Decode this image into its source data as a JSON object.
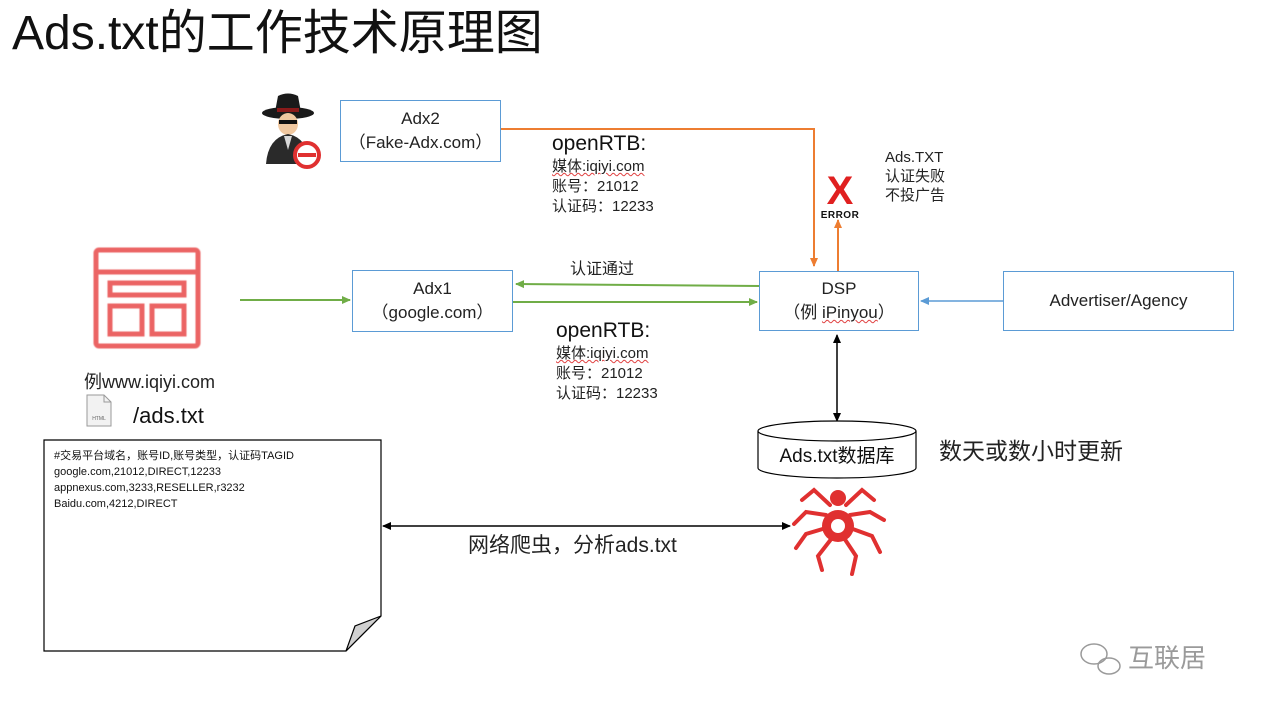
{
  "title": "Ads.txt的工作技术原理图",
  "nodes": {
    "adx2": {
      "line1": "Adx2",
      "line2": "（Fake-Adx.com）"
    },
    "adx1": {
      "line1": "Adx1",
      "line2": "（google.com）"
    },
    "dsp": {
      "line1": "DSP",
      "line2_prefix": "（例 ",
      "line2_name": "iPinyou",
      "line2_suffix": "）"
    },
    "advertiser": {
      "label": "Advertiser/Agency"
    },
    "database": {
      "label": "Ads.txt数据库"
    }
  },
  "rtb_fake": {
    "title": "openRTB:",
    "media": "媒体:iqiyi.com",
    "account": "账号：21012",
    "auth": "认证码：12233"
  },
  "rtb_real": {
    "title": "openRTB:",
    "media": "媒体:iqiyi.com",
    "account": "账号：21012",
    "auth": "认证码：12233"
  },
  "auth_pass_label": "认证通过",
  "error": {
    "mark": "X",
    "label": "ERROR"
  },
  "fail_note": {
    "line1": "Ads.TXT",
    "line2": "认证失败",
    "line3": "不投广告"
  },
  "publisher": {
    "site": "例www.iqiyi.com",
    "file": "/ads.txt",
    "file_icon_label": "HTML"
  },
  "ads_txt_lines": [
    "#交易平台域名，账号ID,账号类型，认证码TAGID",
    "google.com,21012,DIRECT,12233",
    "appnexus.com,3233,RESELLER,r3232",
    "Baidu.com,4212,DIRECT"
  ],
  "update_note": "数天或数小时更新",
  "crawler_label": "网络爬虫，分析ads.txt",
  "watermark": "互联居",
  "colors": {
    "box_border": "#5b9bd5",
    "green_arrow": "#70ad47",
    "orange_arrow": "#ed7d31",
    "blue_arrow": "#5b9bd5",
    "error_red": "#e02020",
    "spider_red": "#e03030"
  }
}
